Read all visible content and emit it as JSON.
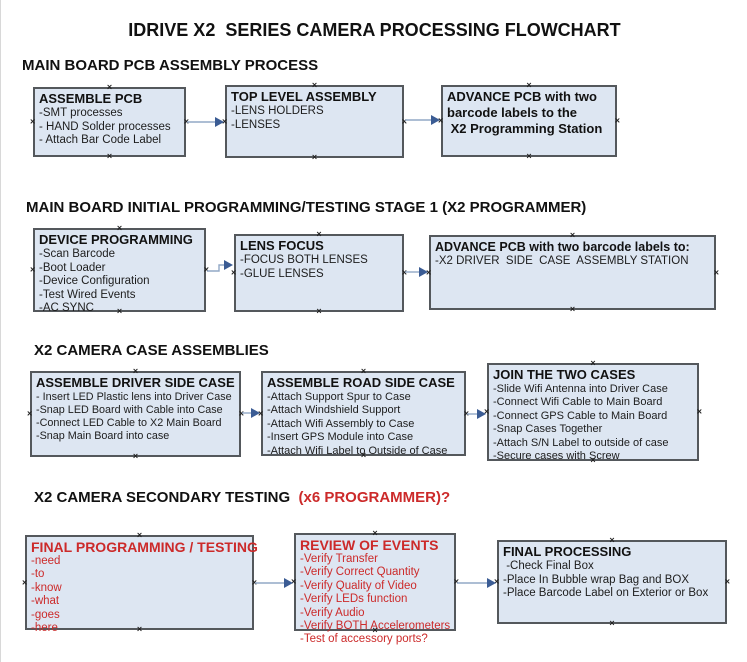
{
  "title": "IDRIVE X2  SERIES CAMERA PROCESSING FLOWCHART",
  "colors": {
    "box_fill": "#dde6f2",
    "box_border": "#54585c",
    "accent_red": "#cc2a2a",
    "arrow_line": "#92a8c6",
    "arrow_head": "#3b5c94",
    "text": "#111111"
  },
  "sections": [
    {
      "heading": "MAIN BOARD PCB ASSEMBLY PROCESS",
      "boxes": [
        {
          "title": "ASSEMBLE PCB",
          "items": [
            "-SMT processes",
            "- HAND Solder processes",
            "- Attach Bar Code Label"
          ]
        },
        {
          "title": "TOP LEVEL ASSEMBLY",
          "items": [
            "-LENS HOLDERS",
            "-LENSES"
          ]
        },
        {
          "title": "ADVANCE PCB with two",
          "items": [
            "barcode labels to the",
            " X2 Programming Station"
          ]
        }
      ]
    },
    {
      "heading": "MAIN BOARD INITIAL PROGRAMMING/TESTING STAGE 1 (X2 PROGRAMMER)",
      "boxes": [
        {
          "title": "DEVICE PROGRAMMING",
          "items": [
            "-Scan Barcode",
            "-Boot Loader",
            "-Device Configuration",
            "-Test Wired Events",
            "-AC SYNC"
          ]
        },
        {
          "title": "LENS FOCUS",
          "items": [
            "-FOCUS BOTH LENSES",
            "-GLUE LENSES"
          ]
        },
        {
          "title": "ADVANCE PCB with two barcode labels to:",
          "items": [
            "-X2 DRIVER  SIDE  CASE  ASSEMBLY STATION"
          ]
        }
      ]
    },
    {
      "heading": "X2 CAMERA CASE ASSEMBLIES",
      "boxes": [
        {
          "title": "ASSEMBLE DRIVER SIDE CASE",
          "items": [
            "- Insert LED Plastic lens into Driver Case",
            "-Snap LED Board with Cable into Case",
            "-Connect LED Cable to X2 Main Board",
            "-Snap Main Board into case"
          ]
        },
        {
          "title": "ASSEMBLE ROAD SIDE CASE",
          "items": [
            "-Attach Support Spur to Case",
            "-Attach Windshield Support",
            "-Attach Wifi Assembly to Case",
            "-Insert GPS Module into Case",
            "-Attach Wifi Label to Outside of Case"
          ]
        },
        {
          "title": "JOIN THE TWO CASES",
          "items": [
            "-Slide Wifi Antenna into Driver Case",
            "-Connect Wifi Cable to Main Board",
            "-Connect GPS Cable to Main Board",
            "-Snap Cases Together",
            "-Attach S/N Label to outside of case",
            "-Secure cases with Screw"
          ]
        }
      ]
    },
    {
      "heading": "X2 CAMERA SECONDARY TESTING ",
      "heading_red": " (x6 PROGRAMMER)?",
      "boxes": [
        {
          "title": "FINAL PROGRAMMING / TESTING",
          "items": [
            "-need",
            "-to",
            "-know",
            "-what",
            "-goes",
            "-here"
          ]
        },
        {
          "title": "REVIEW OF EVENTS",
          "items": [
            "-Verify Transfer",
            "-Verify Correct Quantity",
            "-Verify Quality of Video",
            "-Verify LEDs function",
            "-Verify Audio",
            "-Verify BOTH Accelerometers",
            "-Test of accessory ports?"
          ]
        },
        {
          "title": "FINAL PROCESSING",
          "items": [
            " -Check Final Box",
            "-Place In Bubble wrap Bag and BOX",
            "-Place Barcode Label on Exterior or Box"
          ]
        }
      ]
    }
  ]
}
